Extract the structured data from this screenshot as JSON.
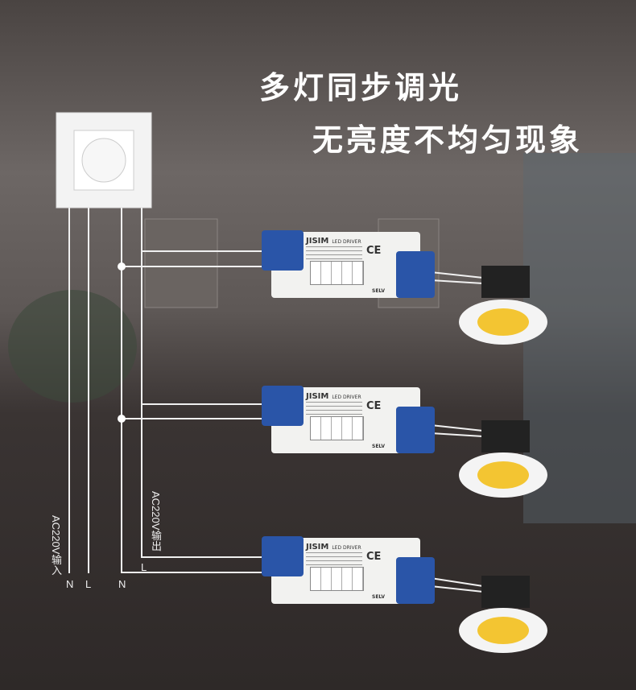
{
  "headline": {
    "line1": "多灯同步调光",
    "line2": "无亮度不均匀现象"
  },
  "wiring": {
    "input_label": "AC220V输入",
    "output_label": "AC220V输出",
    "input_terminals": [
      "N",
      "L"
    ],
    "output_terminals": [
      "N",
      "L"
    ]
  },
  "driver": {
    "brand": "JISIM",
    "type": "LED DRIVER",
    "cert": "CE",
    "selv": "SELV"
  },
  "drivers_count": 3,
  "colors": {
    "driver_cap": "#2a55a8",
    "wire": "#ffffff"
  }
}
